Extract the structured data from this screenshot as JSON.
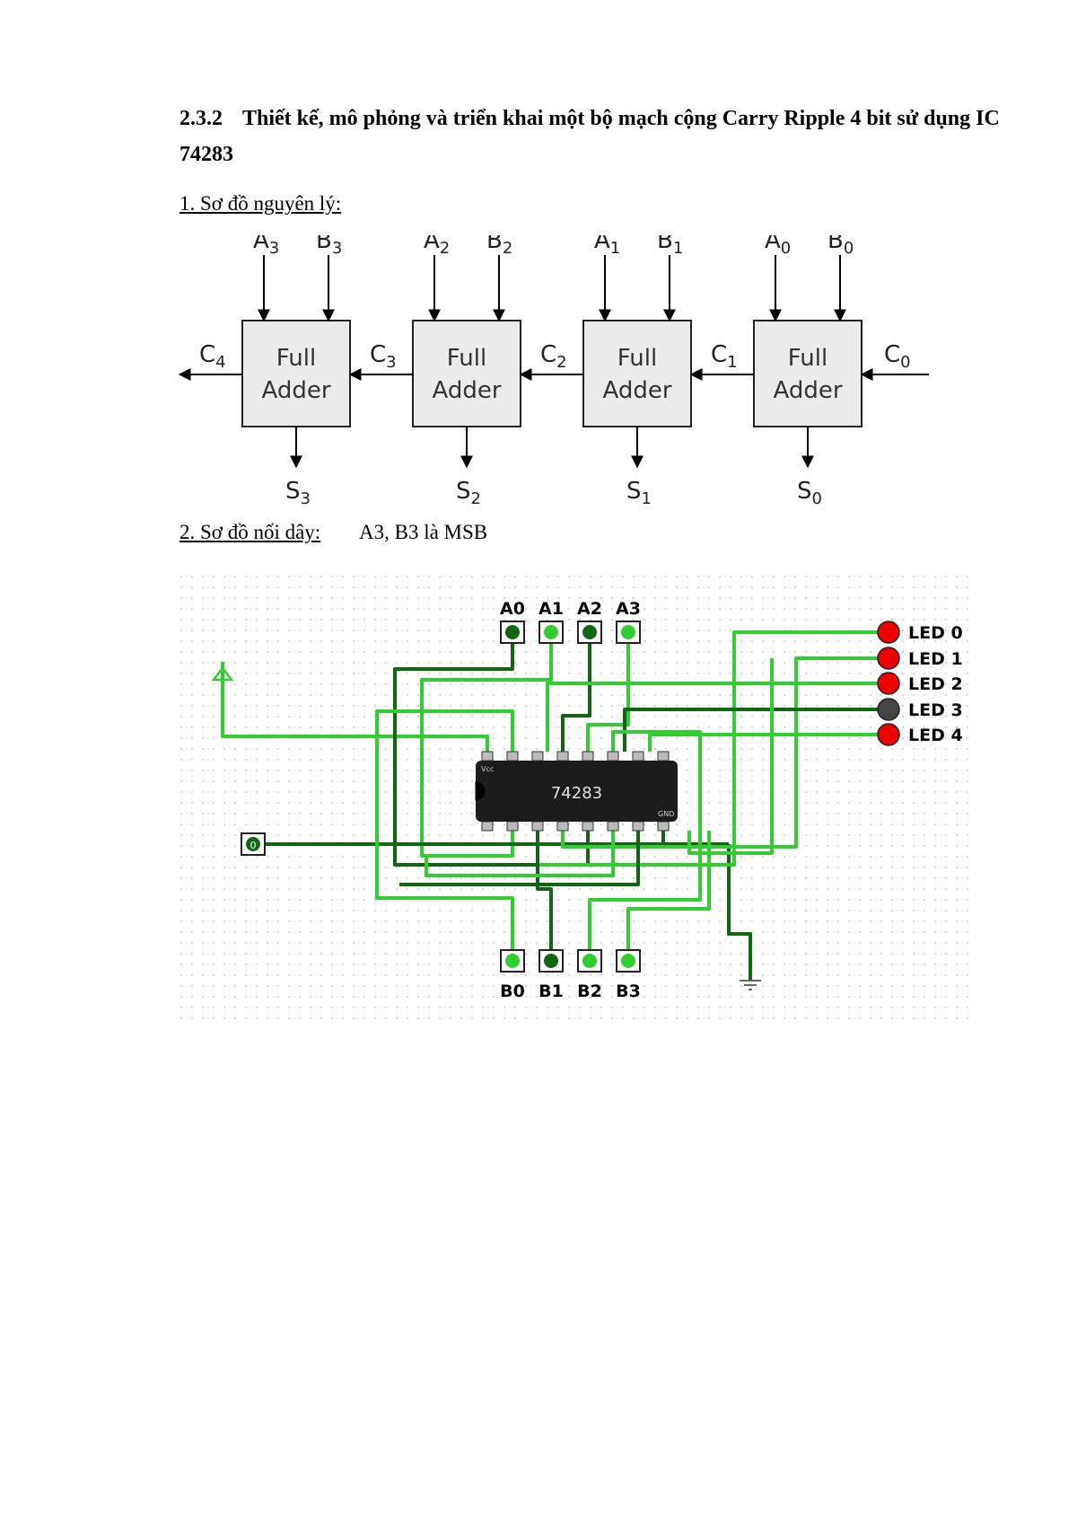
{
  "heading": {
    "number": "2.3.2",
    "title": "Thiết kế, mô phỏng và triển khai một bộ mạch cộng Carry Ripple 4 bit sử dụng IC 74283"
  },
  "section1": {
    "title": "1. Sơ đồ nguyên lý:"
  },
  "block_diagram": {
    "adders": [
      {
        "label_line1": "Full",
        "label_line2": "Adder",
        "a": "A",
        "a_sub": "3",
        "b": "B",
        "b_sub": "3",
        "s": "S",
        "s_sub": "3"
      },
      {
        "label_line1": "Full",
        "label_line2": "Adder",
        "a": "A",
        "a_sub": "2",
        "b": "B",
        "b_sub": "2",
        "s": "S",
        "s_sub": "2"
      },
      {
        "label_line1": "Full",
        "label_line2": "Adder",
        "a": "A",
        "a_sub": "1",
        "b": "B",
        "b_sub": "1",
        "s": "S",
        "s_sub": "1"
      },
      {
        "label_line1": "Full",
        "label_line2": "Adder",
        "a": "A",
        "a_sub": "0",
        "b": "B",
        "b_sub": "0",
        "s": "S",
        "s_sub": "0"
      }
    ],
    "carries": [
      {
        "c": "C",
        "sub": "4"
      },
      {
        "c": "C",
        "sub": "3"
      },
      {
        "c": "C",
        "sub": "2"
      },
      {
        "c": "C",
        "sub": "1"
      },
      {
        "c": "C",
        "sub": "0"
      }
    ]
  },
  "section2": {
    "title": "2. Sơ đồ nối dây:",
    "note": "A3, B3 là MSB"
  },
  "circuit": {
    "chip_label": "74283",
    "vcc_label": "Vcc",
    "gnd_label": "GND",
    "switch_value": "0",
    "input_a_labels": [
      "A0",
      "A1",
      "A2",
      "A3"
    ],
    "input_b_labels": [
      "B0",
      "B1",
      "B2",
      "B3"
    ],
    "leds": [
      {
        "label": "LED 0",
        "state": "on"
      },
      {
        "label": "LED 1",
        "state": "on"
      },
      {
        "label": "LED 2",
        "state": "on"
      },
      {
        "label": "LED 3",
        "state": "off"
      },
      {
        "label": "LED 4",
        "state": "on"
      }
    ],
    "colors": {
      "wire_on": "#33cc33",
      "wire_off": "#116611",
      "led_on": "#ee0000",
      "led_off": "#444444"
    }
  }
}
